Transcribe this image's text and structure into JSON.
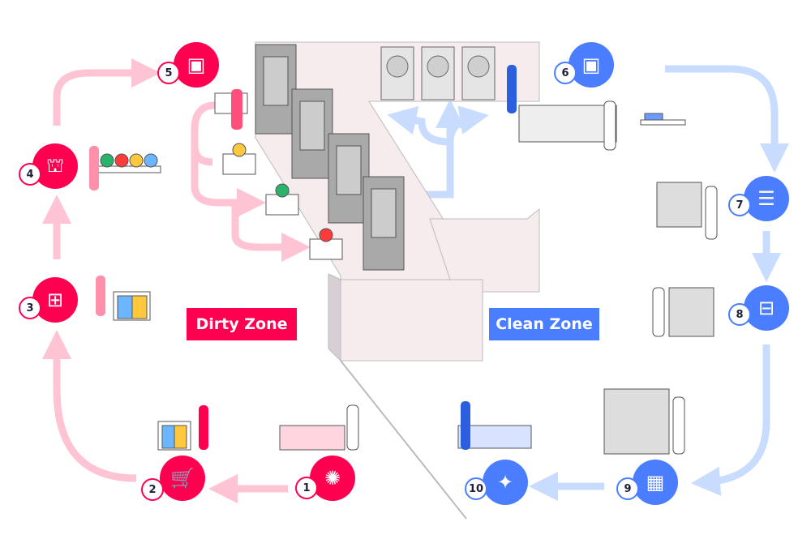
{
  "zones": {
    "dirty": "Dirty Zone",
    "clean": "Clean Zone"
  },
  "colors": {
    "dirty": "#ff0050",
    "clean": "#4a7dff",
    "dirty_arrow": "#ffc4d4",
    "clean_arrow": "#c8dcff"
  },
  "steps": [
    {
      "number": "1",
      "icon": "bed-virus-icon",
      "zone": "dirty"
    },
    {
      "number": "2",
      "icon": "laundry-cart-icon",
      "zone": "dirty"
    },
    {
      "number": "3",
      "icon": "trolley-icon",
      "zone": "dirty"
    },
    {
      "number": "4",
      "icon": "sorting-table-icon",
      "zone": "dirty"
    },
    {
      "number": "5",
      "icon": "washing-machine-icon",
      "zone": "dirty"
    },
    {
      "number": "6",
      "icon": "dryer-icon",
      "zone": "clean"
    },
    {
      "number": "7",
      "icon": "folded-linen-icon",
      "zone": "clean"
    },
    {
      "number": "8",
      "icon": "delivery-cart-icon",
      "zone": "clean"
    },
    {
      "number": "9",
      "icon": "storage-shelf-icon",
      "zone": "clean"
    },
    {
      "number": "10",
      "icon": "clean-bed-icon",
      "zone": "clean"
    }
  ]
}
